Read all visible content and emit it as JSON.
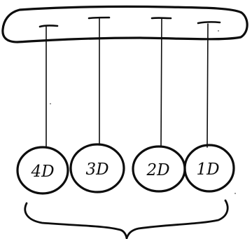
{
  "diagram": {
    "balls": [
      {
        "label": "4D"
      },
      {
        "label": "3D"
      },
      {
        "label": "2D"
      },
      {
        "label": "1D"
      }
    ]
  }
}
